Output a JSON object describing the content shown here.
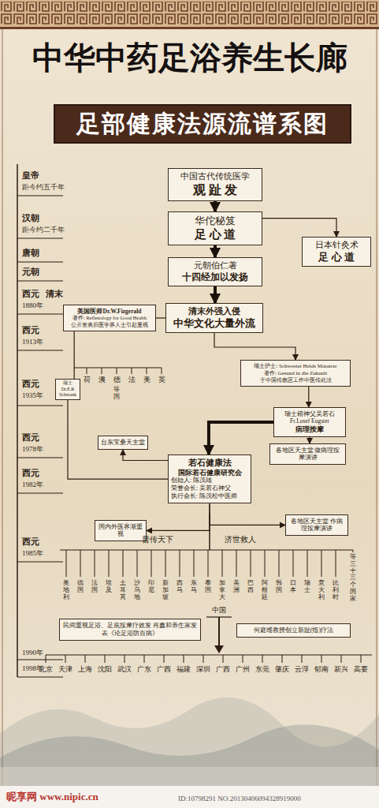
{
  "diagram": {
    "title": "中华中药足浴养生长廊",
    "nodes": [
      {
        "text": [
          "足部健康法源流谱系图"
        ]
      },
      {
        "text": [
          "中国古代传统医学",
          "观 趾 发"
        ]
      },
      {
        "text": [
          "华佗秘笈",
          "足 心 道"
        ]
      },
      {
        "text": [
          "日本针灸术",
          "足 心 道"
        ]
      },
      {
        "text": [
          "元朝伯仁著",
          "十四经加以发扬"
        ]
      },
      {
        "text": [
          "清末外强入侵",
          "中华文化大量外流"
        ]
      },
      {
        "text": [
          "美国医师Dr.W.Fizgerald",
          "著作: Reflexology for Good Health",
          "公开发表后医学界人士引起重视"
        ]
      },
      {
        "text": [
          "瑞士护士: Schwester Heids Masatrer",
          "著作: Gesund in die Zukunlt",
          "于中国传教区工作中医传此法"
        ]
      },
      {
        "text": [
          "瑞士 Dr.E.R Schwank"
        ]
      },
      {
        "text": [
          "瑞士籍神父吴若石 Fr.Losef Eugster",
          "病理按摩"
        ]
      },
      {
        "text": [
          "台东宝桑天主堂"
        ]
      },
      {
        "text": [
          "各地区天主堂 做病理按摩演讲"
        ]
      },
      {
        "text": [
          "若石健康法",
          "国际若石健康研究会",
          "创始人: 陈茂雄",
          "荣誉会长: 吴若石神父",
          "执行会长: 陈茂松中医师"
        ]
      },
      {
        "text": [
          "国内外医界渐重视"
        ]
      },
      {
        "text": [
          "各地区天主堂 作病理按摩演讲"
        ]
      },
      {
        "text": [
          "民间重视足浴、足底按摩疗效发 肖鑫和养生家发表《论足浴防百病》"
        ]
      },
      {
        "text": [
          "何庭维教授创立新趾(指)疗法"
        ]
      }
    ],
    "edges": [
      {
        "from": 1,
        "to": 2,
        "arrow": "to"
      },
      {
        "from": 2,
        "to": 3,
        "arrow": "to"
      },
      {
        "from": 2,
        "to": 4,
        "arrow": "to"
      },
      {
        "from": 4,
        "to": 5,
        "arrow": "to"
      },
      {
        "from": 5,
        "to": 6,
        "arrow": "none"
      },
      {
        "from": 5,
        "to": 7,
        "arrow": "to"
      },
      {
        "from": 7,
        "to": 9,
        "arrow": "to"
      },
      {
        "from": 9,
        "to": 12,
        "arrow": "to"
      },
      {
        "from": 9,
        "to": 11,
        "arrow": "to"
      },
      {
        "from": 12,
        "to": 10,
        "arrow": "to"
      },
      {
        "from": 8,
        "to": 12,
        "arrow": "none"
      },
      {
        "from": 6,
        "to": 8,
        "arrow": "none"
      },
      {
        "from": 12,
        "to": 13,
        "arrow": "to"
      },
      {
        "from": 12,
        "to": 14,
        "arrow": "to"
      }
    ],
    "labels": [
      "皇帝",
      "距今约五千年",
      "汉朝",
      "距今约二千年",
      "唐朝",
      "元朝",
      "西元",
      "清末",
      "1880年",
      "西元",
      "1913年",
      "西元",
      "1935年",
      "西元",
      "1978年",
      "西元",
      "1982年",
      "西元",
      "1985年",
      "1990年",
      "1998年",
      "荷",
      "澳",
      "德",
      "法",
      "美",
      "英",
      "等国",
      "普传天下",
      "济世救人",
      "奥地利",
      "德国",
      "法国",
      "埃及",
      "土耳其",
      "沙乌地",
      "印尼",
      "新加坡",
      "西马",
      "东马",
      "泰国",
      "加拿大",
      "美洲",
      "巴西",
      "阿根廷",
      "韩国",
      "日本",
      "瑞士",
      "意大利",
      "比利时",
      "等三十三个国家",
      "中国",
      "北京",
      "天津",
      "上海",
      "沈阳",
      "武汉",
      "广东",
      "广西",
      "福建",
      "深圳",
      "广西",
      "广州",
      "东莞",
      "肇庆",
      "云浮",
      "郁南",
      "新兴",
      "高要",
      "昵享网 www.nipic.cn",
      "ID:10798291 NO:20130406094328919000"
    ]
  }
}
